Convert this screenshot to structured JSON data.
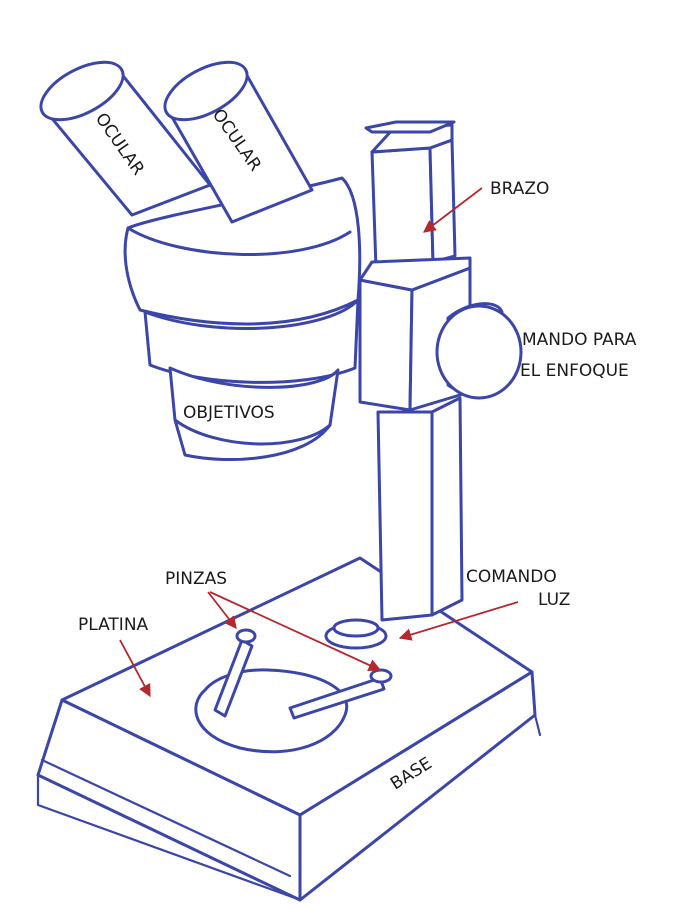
{
  "colors": {
    "ink": "#3b46a8",
    "arrow": "#b5282e",
    "text": "#1a1a1a"
  },
  "labels": {
    "ocular_left": "OCULAR",
    "ocular_right": "OCULAR",
    "brazo": "BRAZO",
    "mando_line1": "MANDO PARA",
    "mando_line2": "EL ENFOQUE",
    "objetivos": "OBJETIVOS",
    "comando_line1": "COMANDO",
    "comando_line2": "LUZ",
    "pinzas": "PINZAS",
    "platina": "PLATINA",
    "base": "BASE"
  }
}
